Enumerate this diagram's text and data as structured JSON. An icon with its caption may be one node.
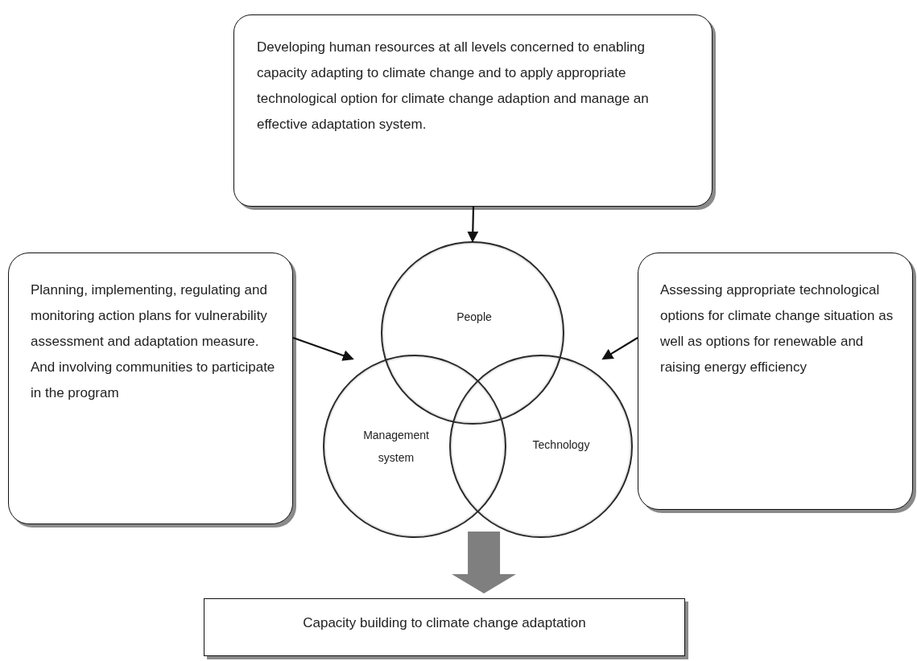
{
  "diagram": {
    "nodes": [
      {
        "text": [
          "Developing human resources at all levels concerned to enabling capacity adapting to climate change and to apply appropriate technological option for climate change adaption and manage an effective adaptation system."
        ]
      },
      {
        "text": [
          "Planning, implementing, regulating and monitoring action plans for vulnerability assessment and adaptation measure. And involving communities to participate in the program"
        ]
      },
      {
        "text": [
          "People"
        ]
      },
      {
        "text": [
          "Assessing appropriate technological options for climate change situation as well as options for renewable and raising energy efficiency"
        ]
      },
      {
        "text": [
          "Management system"
        ]
      },
      {
        "text": [
          "Technology"
        ]
      },
      {
        "text": [
          "Capacity building to climate change adaptation"
        ]
      }
    ],
    "edges": [
      {
        "from": 0,
        "to": 2,
        "arrow": "to"
      },
      {
        "from": 1,
        "to": 4,
        "arrow": "to"
      },
      {
        "from": 3,
        "to": 5,
        "arrow": "to"
      },
      {
        "from": 4,
        "to": 6,
        "arrow": "to",
        "style": "thick",
        "color": "#7f7f7f"
      }
    ]
  }
}
